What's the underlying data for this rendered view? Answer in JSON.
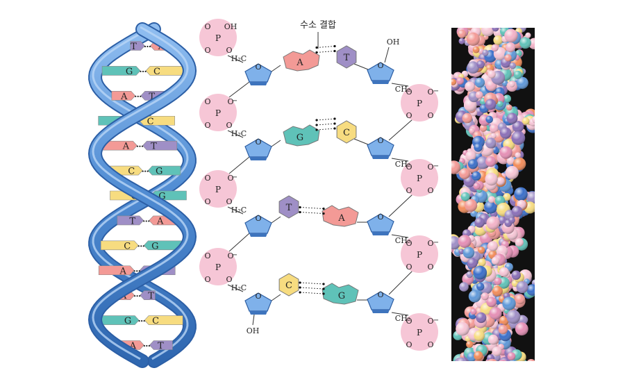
{
  "hydrogen_bond_label": "수소 결합",
  "colors": {
    "A": "#f39a96",
    "T": "#9f8fc6",
    "G": "#5fc2b8",
    "C": "#f7dc80",
    "backbone": "#5f98d8",
    "phosphate": "#f6c6d6",
    "model_background": "#111111"
  },
  "helix": {
    "pairs": [
      {
        "left": "T",
        "right": "A"
      },
      {
        "left": "G",
        "right": "C"
      },
      {
        "left": "A",
        "right": "T"
      },
      {
        "left": "G",
        "right": "C"
      },
      {
        "left": "A",
        "right": "T"
      },
      {
        "left": "C",
        "right": "G"
      },
      {
        "left": "C",
        "right": "G"
      },
      {
        "left": "T",
        "right": "A"
      },
      {
        "left": "C",
        "right": "G"
      },
      {
        "left": "A",
        "right": "T"
      },
      {
        "left": "A",
        "right": "T"
      },
      {
        "left": "G",
        "right": "C"
      },
      {
        "left": "A",
        "right": "T"
      }
    ]
  },
  "chemistry": {
    "phosphate": {
      "P": "P",
      "O": "O",
      "OH": "OH",
      "charge": "−"
    },
    "sugar": {
      "O": "O",
      "CH2": "H₂C",
      "CH2r": "CH₂",
      "OH_top": "OH",
      "OH_bottom": "OH"
    },
    "rows": [
      {
        "left_base": "A",
        "right_base": "T"
      },
      {
        "left_base": "G",
        "right_base": "C"
      },
      {
        "left_base": "T",
        "right_base": "A"
      },
      {
        "left_base": "C",
        "right_base": "G"
      }
    ]
  }
}
